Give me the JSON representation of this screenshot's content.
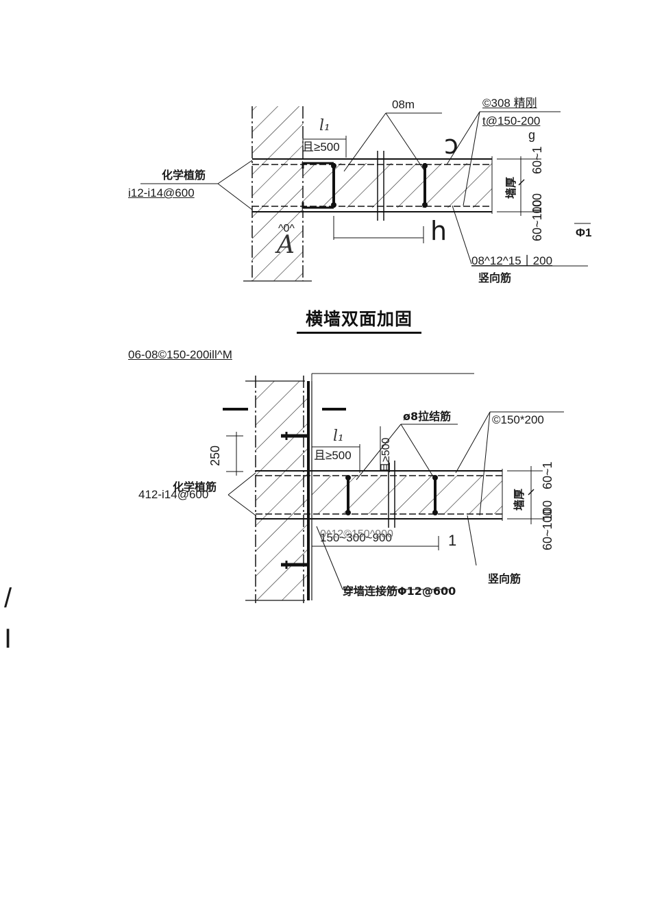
{
  "diagram": {
    "top": {
      "title": "横墙双面加固",
      "labels": {
        "label_08m": "08m",
        "label_308": "©308 精刚",
        "label_150_200": "t@150-200",
        "label_g": "g",
        "label_glyph": "ͻ",
        "label_l": "l₁",
        "label_ge500": "且≥500",
        "label_chem": "化学植筋",
        "label_i12": "i12-i14@600",
        "label_0": "^0^",
        "label_A": "A",
        "label_h": "h",
        "label_wall": "墙厚",
        "label_60_1": "60~1",
        "label_100": "100",
        "label_60_100": "60~100",
        "label_phi1": "Φ1",
        "label_08_12": "08^12^15丨200",
        "label_vertical": "竖向筋"
      }
    },
    "bottom": {
      "caption": "06-08©150-200ill^M",
      "labels": {
        "label_250": "250",
        "label_phi8": "ø8拉结筋",
        "label_c150": "©150*200",
        "label_l": "l₁",
        "label_ge500a": "且≥500",
        "label_ge500b": "且≥500",
        "label_chem": "化学植筋",
        "label_412": "412-i14@600",
        "label_wall": "墙厚",
        "label_60_1": "60~1",
        "label_100": "100",
        "label_60_100": "60~100",
        "label_150_300": "150~300~900",
        "label_overlay": "0^12©150^900",
        "label_1": "1",
        "label_through": "穿墙连接筋Φ12@600",
        "label_vertical": "竖向筋"
      }
    },
    "margin_marks": {
      "slash": "/",
      "bar": "I"
    }
  }
}
